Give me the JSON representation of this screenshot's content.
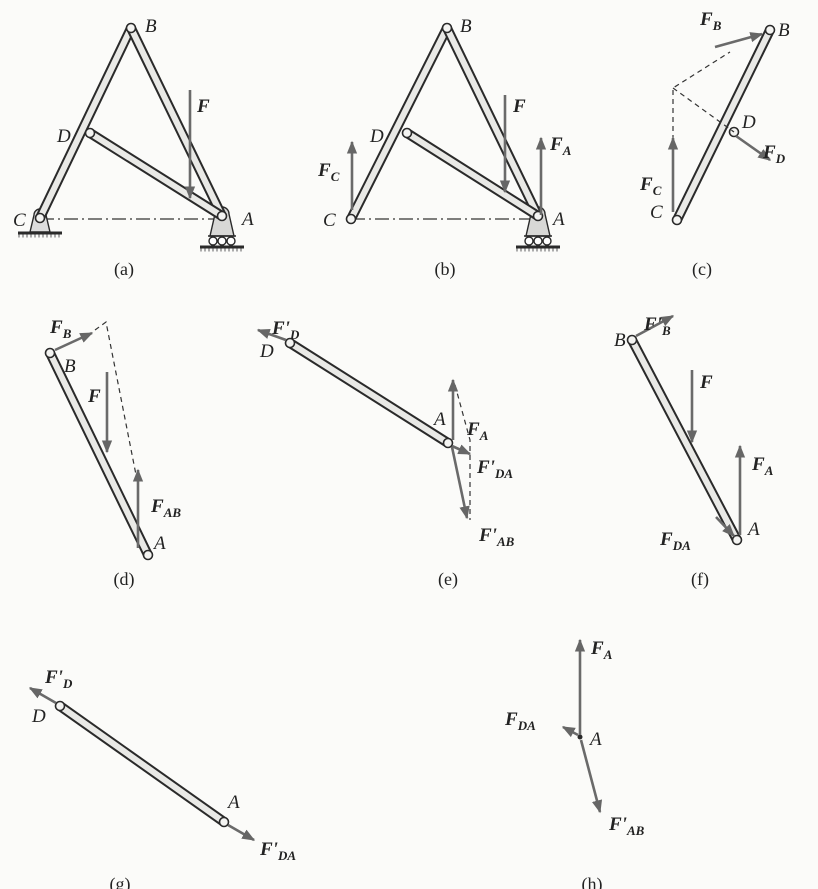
{
  "captions": {
    "a": "(a)",
    "b": "(b)",
    "c": "(c)",
    "d": "(d)",
    "e": "(e)",
    "f": "(f)",
    "g": "(g)",
    "h": "(h)"
  },
  "points": {
    "A": "A",
    "B": "B",
    "C": "C",
    "D": "D"
  },
  "forces": {
    "F": {
      "base": "F",
      "sub": ""
    },
    "FC": {
      "base": "F",
      "sub": "C"
    },
    "FA": {
      "base": "F",
      "sub": "A"
    },
    "FB": {
      "base": "F",
      "sub": "B"
    },
    "FD": {
      "base": "F",
      "sub": "D"
    },
    "FAB": {
      "base": "F",
      "sub": "AB"
    },
    "FDA": {
      "base": "F",
      "sub": "DA"
    },
    "FpB": {
      "base": "F'",
      "sub": "B"
    },
    "FpD": {
      "base": "F'",
      "sub": "D"
    },
    "FpDA": {
      "base": "F'",
      "sub": "DA"
    },
    "FpAB": {
      "base": "F'",
      "sub": "AB"
    }
  },
  "colors": {
    "ink": "#2a2a2a",
    "arrow": "#6a6a6a",
    "bar_fill": "#e9e9e6"
  }
}
